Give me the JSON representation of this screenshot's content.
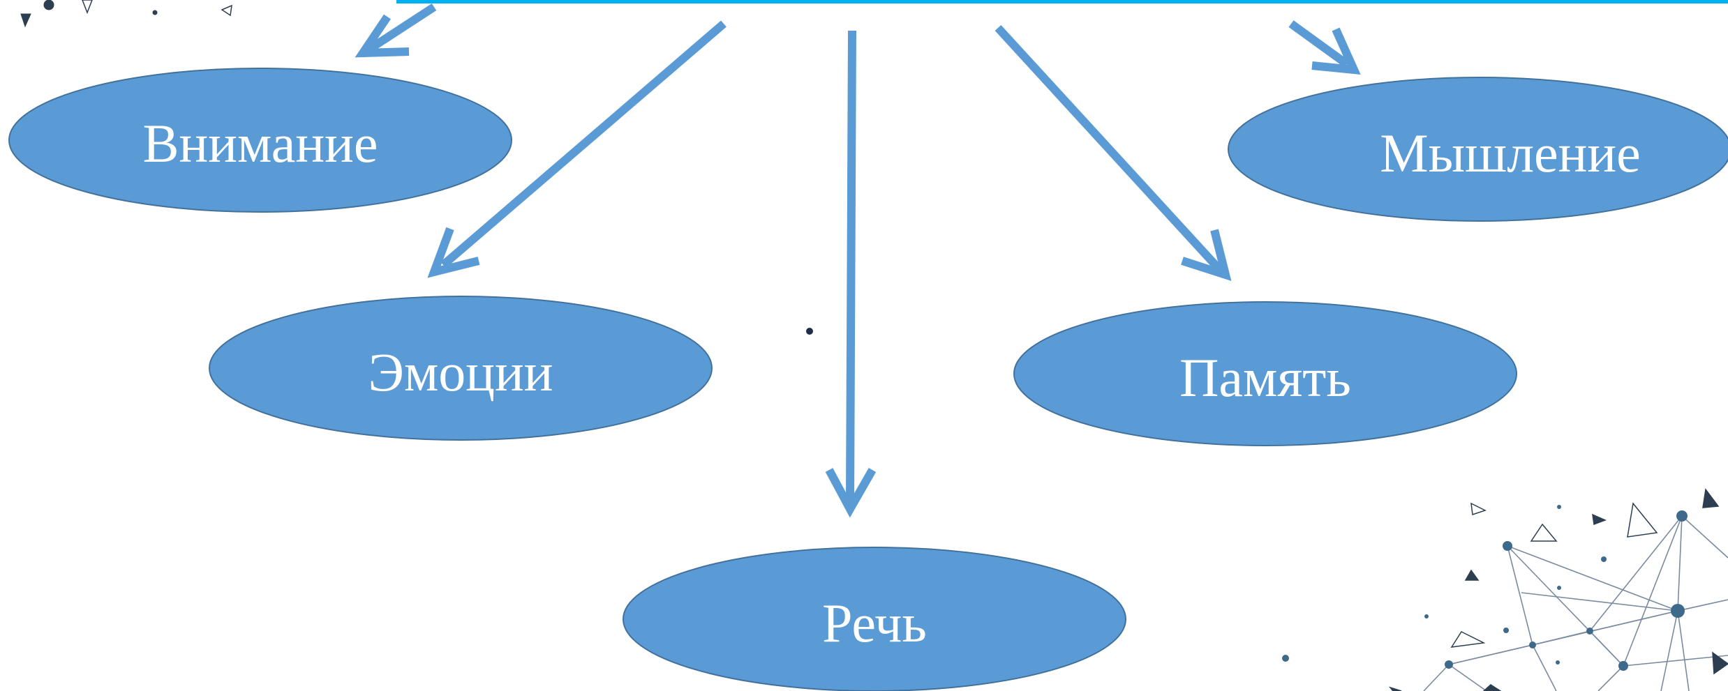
{
  "colors": {
    "ellipse_fill": "#5b9bd5",
    "ellipse_stroke": "#41719c",
    "arrow": "#5b9bd5",
    "top_bar": "#00b0f0",
    "label": "#ffffff",
    "decor": "#44546a"
  },
  "nodes": {
    "attention": {
      "label": "Внимание"
    },
    "thinking": {
      "label": "Мышление"
    },
    "emotions": {
      "label": "Эмоции"
    },
    "memory": {
      "label": "Память"
    },
    "speech": {
      "label": "Речь"
    }
  },
  "decorations": [
    "network-graphic",
    "scattered-triangles"
  ]
}
